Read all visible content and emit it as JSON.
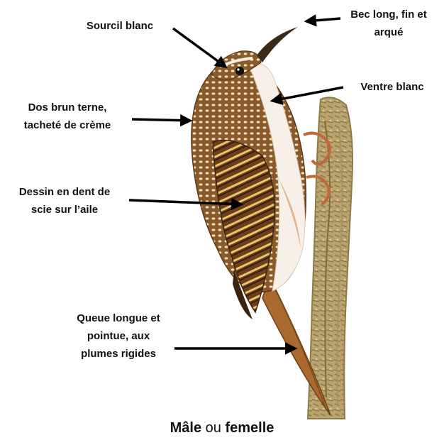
{
  "labels": {
    "sourcil": [
      "Sourcil blanc"
    ],
    "bec": [
      "Bec long, fin et",
      "arqué"
    ],
    "ventre": [
      "Ventre blanc"
    ],
    "dos": [
      "Dos brun terne,",
      "tacheté de crème"
    ],
    "dent": [
      "Dessin en dent de",
      "scie sur l’aile"
    ],
    "queue": [
      "Queue longue et",
      "pointue, aux",
      "plumes rigides"
    ]
  },
  "caption": {
    "part1": "Mâle",
    "part2": "ou",
    "part3": "femelle"
  },
  "colors": {
    "arrow": "#000000",
    "plumage_brown": "#8a5a2b",
    "plumage_cream": "#f1e4c8",
    "belly": "#f7f3ee",
    "bark": "#b8a06a"
  }
}
